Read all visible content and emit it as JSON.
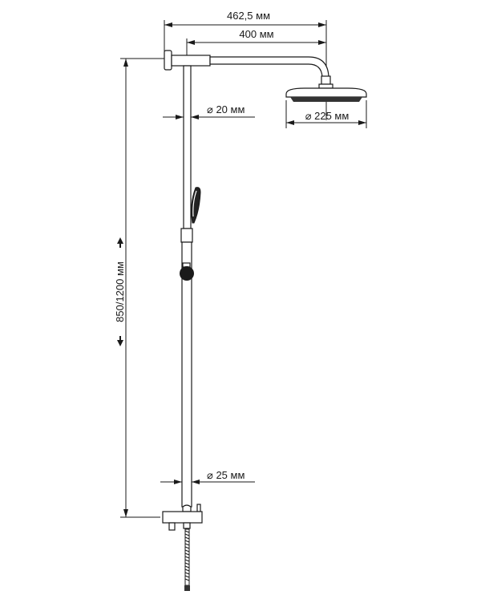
{
  "dimensions": {
    "total_arm_length": "462,5 мм",
    "arm_length": "400 мм",
    "upper_pipe_diameter": "⌀ 20 мм",
    "head_diameter": "⌀ 225 мм",
    "lower_pipe_diameter": "⌀ 25 мм",
    "height_range": "850/1200 мм"
  },
  "colors": {
    "line": "#1a1a1a",
    "background": "#ffffff"
  }
}
